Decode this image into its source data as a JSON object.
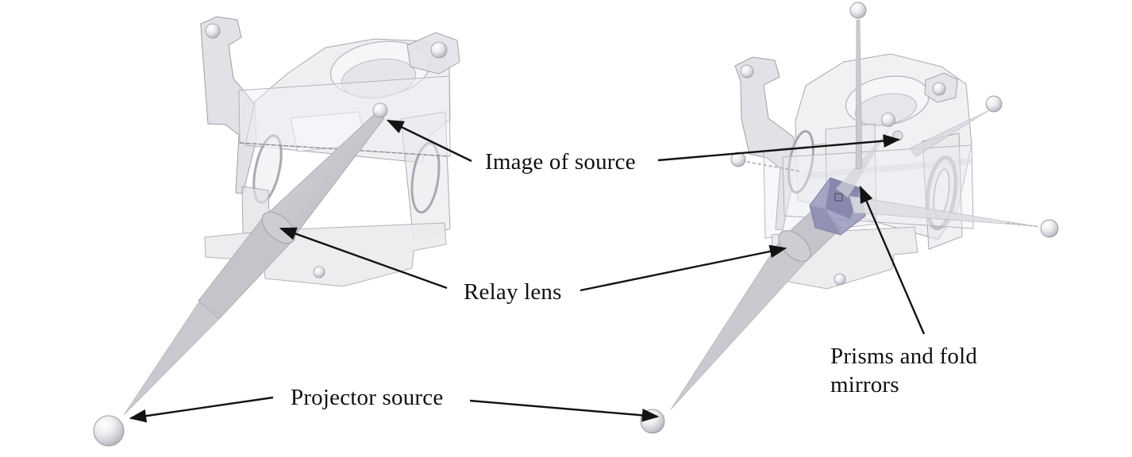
{
  "figure": {
    "type": "3d-cad-optical-projector-diagram",
    "background": "#ffffff",
    "labels": {
      "image_of_source": "Image of source",
      "relay_lens": "Relay lens",
      "projector_source": "Projector source",
      "prisms_and_fold_mirrors": "Prisms and fold mirrors"
    },
    "annotations": [
      {
        "label": "Image of source",
        "points_to": [
          "left-assembly image point",
          "right-assembly image point"
        ]
      },
      {
        "label": "Relay lens",
        "points_to": [
          "left-assembly relay lens barrel",
          "right-assembly relay lens barrel"
        ]
      },
      {
        "label": "Projector source",
        "points_to": [
          "left-assembly source sphere",
          "right-assembly source sphere"
        ]
      },
      {
        "label": "Prisms and fold mirrors",
        "points_to": [
          "right-assembly prism block"
        ]
      }
    ],
    "views": [
      {
        "name": "left-assembly",
        "description": "translucent mount with relay-lens beam cone and projector source sphere"
      },
      {
        "name": "right-assembly",
        "description": "translucent mount with prisms, fold mirrors and satellite source spheres"
      }
    ],
    "colors": {
      "housing_gray": "#e7e7eb",
      "beam_gray": "#c9cacf",
      "prism_purple": "#9394b9",
      "arrow_black": "#131313"
    }
  }
}
